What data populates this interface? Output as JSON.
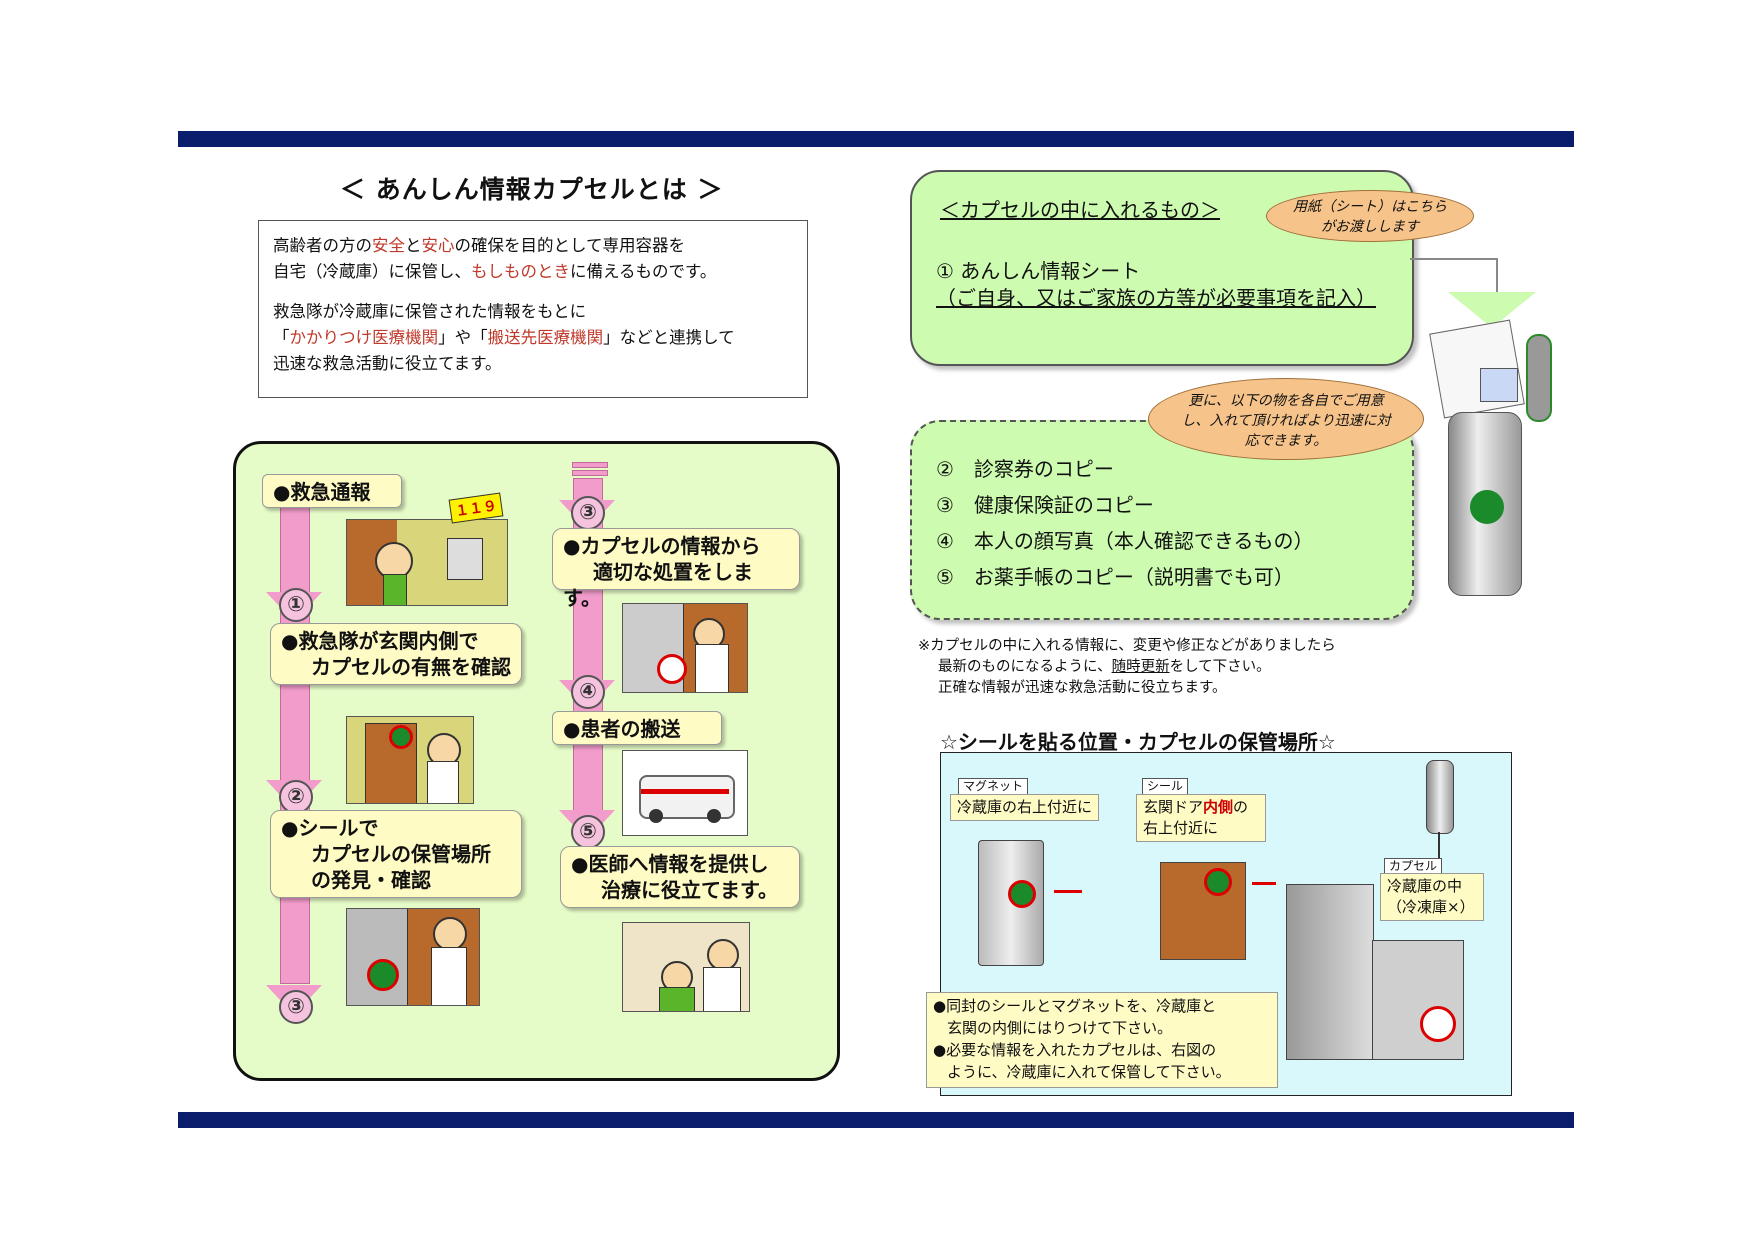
{
  "header": {
    "title": "＜ あんしん情報カプセルとは ＞"
  },
  "intro": {
    "p1_a": "高齢者の方の",
    "p1_safe": "安全",
    "p1_b": "と",
    "p1_relief": "安心",
    "p1_c": "の確保を目的として専用容器を",
    "p1_d": "自宅（冷蔵庫）に保管し、",
    "p1_emerg": "もしものとき",
    "p1_e": "に備えるものです。",
    "p2_a": "救急隊が冷蔵庫に保管された情報をもとに",
    "p2_q1": "「",
    "p2_hosp1": "かかりつけ医療機関",
    "p2_q2": "」や「",
    "p2_hosp2": "搬送先医療機関",
    "p2_b": "」などと連携して",
    "p2_c": "迅速な救急活動に役立てます。"
  },
  "flow": {
    "step_call": "●救急通報",
    "phone_label": "１１９",
    "step1_line1": "●救急隊が玄関内側で",
    "step1_line2": "カプセルの有無を確認",
    "step2_line1": "●シールで",
    "step2_line2": "カプセルの保管場所",
    "step2_line3": "の発見・確認",
    "step3_line1": "●カプセルの情報から",
    "step3_line2": "適切な処置をします。",
    "step4": "●患者の搬送",
    "step5_line1": "●医師へ情報を提供し",
    "step5_line2": "治療に役立てます。",
    "n1": "①",
    "n2": "②",
    "n3": "③",
    "n3b": "③",
    "n4": "④",
    "n5": "⑤"
  },
  "contents": {
    "heading": "＜カプセルの中に入れるもの＞",
    "bubble1": "用紙（シート）はこちらがお渡しします",
    "item1": "① あんしん情報シート",
    "item1_note": "（ご自身、又はご家族の方等が必要事項を記入）",
    "bubble2": "更に、以下の物を各自でご用意し、入れて頂ければより迅速に対応できます。",
    "items": [
      "②　診察券のコピー",
      "③　健康保険証のコピー",
      "④　本人の顔写真（本人確認できるもの）",
      "⑤　お薬手帳のコピー（説明書でも可）"
    ]
  },
  "notice": {
    "line1": "※カプセルの中に入れる情報に、変更や修正などがありましたら",
    "line2_a": "最新のものになるように、",
    "line2_u": "随時更新",
    "line2_b": "をして下さい。",
    "line3": "正確な情報が迅速な救急活動に役立ちます。"
  },
  "placement": {
    "heading": "☆シールを貼る位置・カプセルの保管場所☆",
    "magnet_tag": "マグネット",
    "magnet_label": "冷蔵庫の右上付近に",
    "seal_tag": "シール",
    "seal_a": "玄関ドア",
    "seal_b": "内側",
    "seal_c": "の",
    "seal_d": "右上付近に",
    "capsule_tag": "カプセル",
    "capsule_label1": "冷蔵庫の中",
    "capsule_label2": "（冷凍庫×）",
    "instr1": "●同封のシールとマグネットを、冷蔵庫と",
    "instr2": "玄関の内側にはりつけて下さい。",
    "instr3": "●必要な情報を入れたカプセルは、右図の",
    "instr4": "ように、冷蔵庫に入れて保管して下さい。"
  },
  "colors": {
    "rule": "#0b1e6e",
    "flow_bg": "#e6fcc8",
    "arrow_pink": "#f19ccb",
    "highlight_red": "#c0392b"
  }
}
